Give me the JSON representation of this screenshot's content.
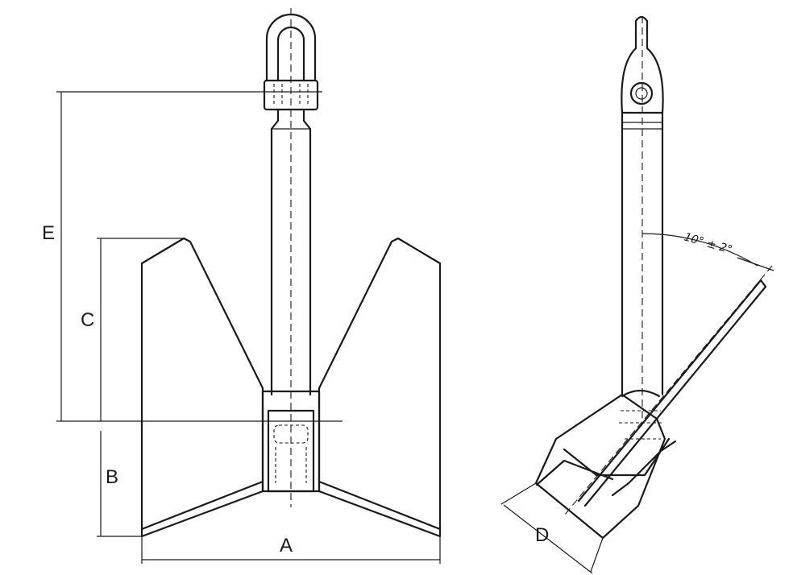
{
  "labels": {
    "a": "A",
    "b": "B",
    "c": "C",
    "d": "D",
    "e": "E",
    "angle": "10° ± 2°"
  }
}
